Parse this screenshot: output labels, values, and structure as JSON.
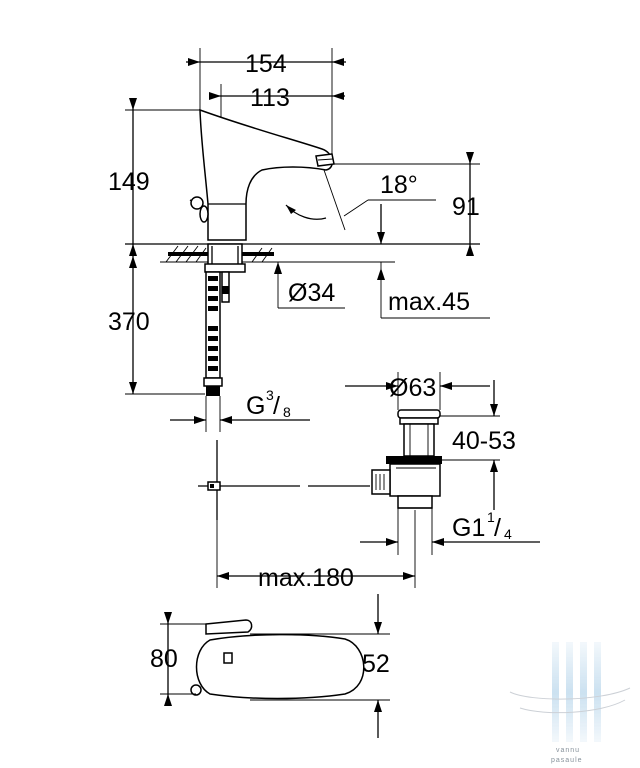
{
  "dimensions": {
    "top_width": "154",
    "spout_reach": "113",
    "body_height": "149",
    "angle": "18°",
    "spout_height": "91",
    "hole_diameter": "Ø34",
    "max_thickness": "max.45",
    "hose_length": "370",
    "thread_prefix": "G",
    "thread_num": "3",
    "thread_den": "8",
    "drain_diameter": "Ø63",
    "drain_range": "40-53",
    "drain_thread_prefix": "G1",
    "drain_thread_num": "1",
    "drain_thread_den": "4",
    "max_reach": "max.180",
    "plan_depth": "80",
    "plan_width": "52"
  },
  "watermark": {
    "line1": "vannu",
    "line2": "pasaule"
  },
  "colors": {
    "line": "#000000",
    "watermark_blue": "#bcd8ec"
  }
}
